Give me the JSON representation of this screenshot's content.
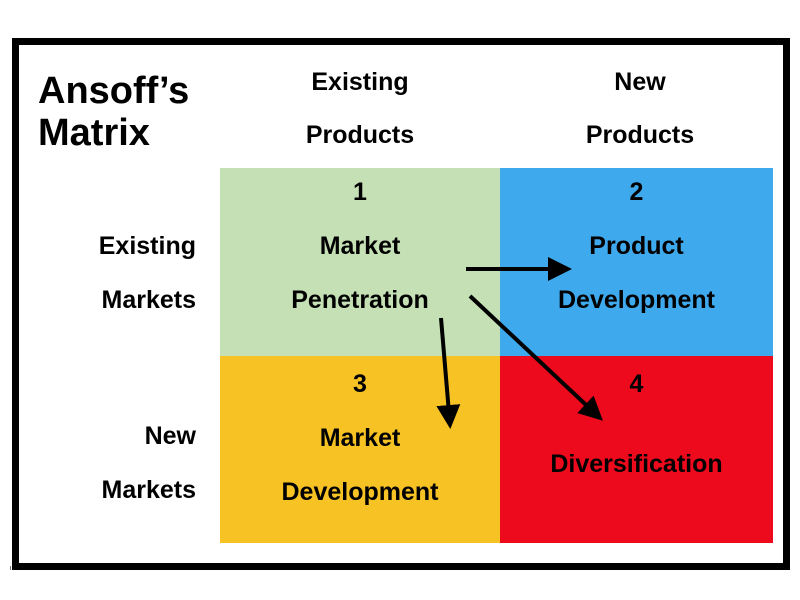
{
  "title": {
    "line1": "Ansoff’s",
    "line2": "Matrix"
  },
  "columns": [
    {
      "line1": "Existing",
      "line2": "Products"
    },
    {
      "line1": "New",
      "line2": "Products"
    }
  ],
  "rows": [
    {
      "line1": "Existing",
      "line2": "Markets"
    },
    {
      "line1": "New",
      "line2": "Markets"
    }
  ],
  "quadrants": [
    {
      "number": "1",
      "line1": "Market",
      "line2": "Penetration",
      "color": "#c5e0b4"
    },
    {
      "number": "2",
      "line1": "Product",
      "line2": "Development",
      "color": "#3fa9ee"
    },
    {
      "number": "3",
      "line1": "Market",
      "line2": "Development",
      "color": "#f7c223"
    },
    {
      "number": "4",
      "line1": "",
      "line2": "Diversification",
      "color": "#ee0a1d"
    }
  ],
  "arrow_color": "#000000"
}
